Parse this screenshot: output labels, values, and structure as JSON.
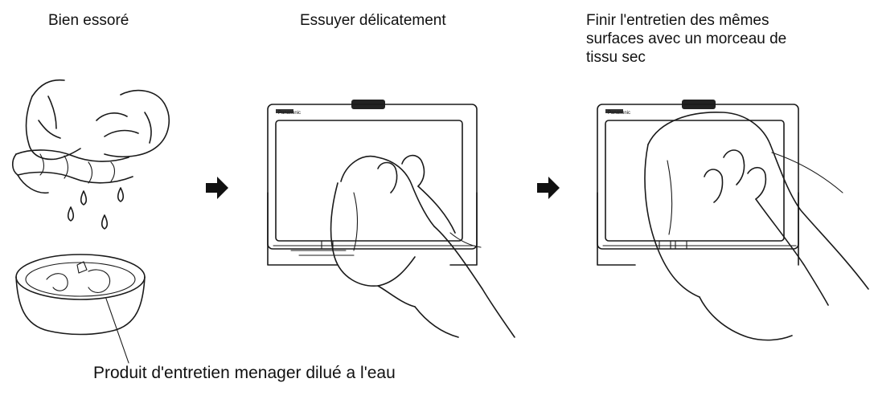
{
  "captions": {
    "step1": "Bien essoré",
    "step2": "Essuyer délicatement",
    "step3": "Finir l'entretien des mêmes\nsurfaces avec un morceau de\ntissu sec",
    "detergent": "Produit d'entretien menager dilué a l'eau"
  },
  "brand_label": "Panasonic",
  "icons": {
    "arrow1": "right-arrow-icon",
    "arrow2": "right-arrow-icon"
  },
  "colors": {
    "ink": "#1a1a1a",
    "background": "#ffffff"
  }
}
